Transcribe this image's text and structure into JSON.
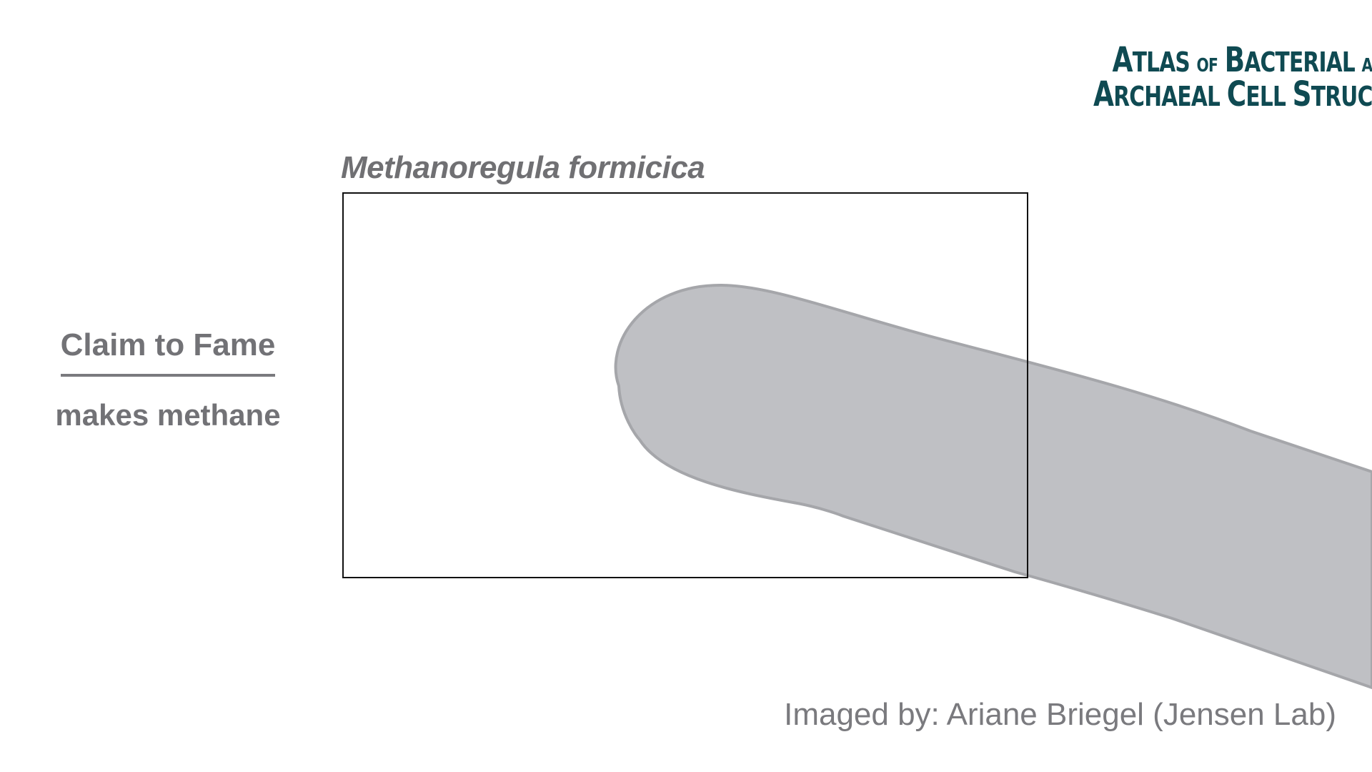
{
  "logo": {
    "line1": [
      "A",
      "tlas",
      "of",
      "B",
      "acterial",
      "and"
    ],
    "line2": [
      "A",
      "rchaeal",
      "C",
      "ell",
      "S",
      "tructure"
    ],
    "color": "#0f4a52"
  },
  "species_name": "Methanoregula formicica",
  "claim": {
    "title": "Claim to Fame",
    "text": "makes methane"
  },
  "credit": "Imaged by: Ariane Briegel (Jensen Lab)",
  "colors": {
    "cell_fill": "#bfc0c4",
    "cell_stroke": "#a5a6aa",
    "text_gray": "#727276",
    "frame": "#111111"
  }
}
